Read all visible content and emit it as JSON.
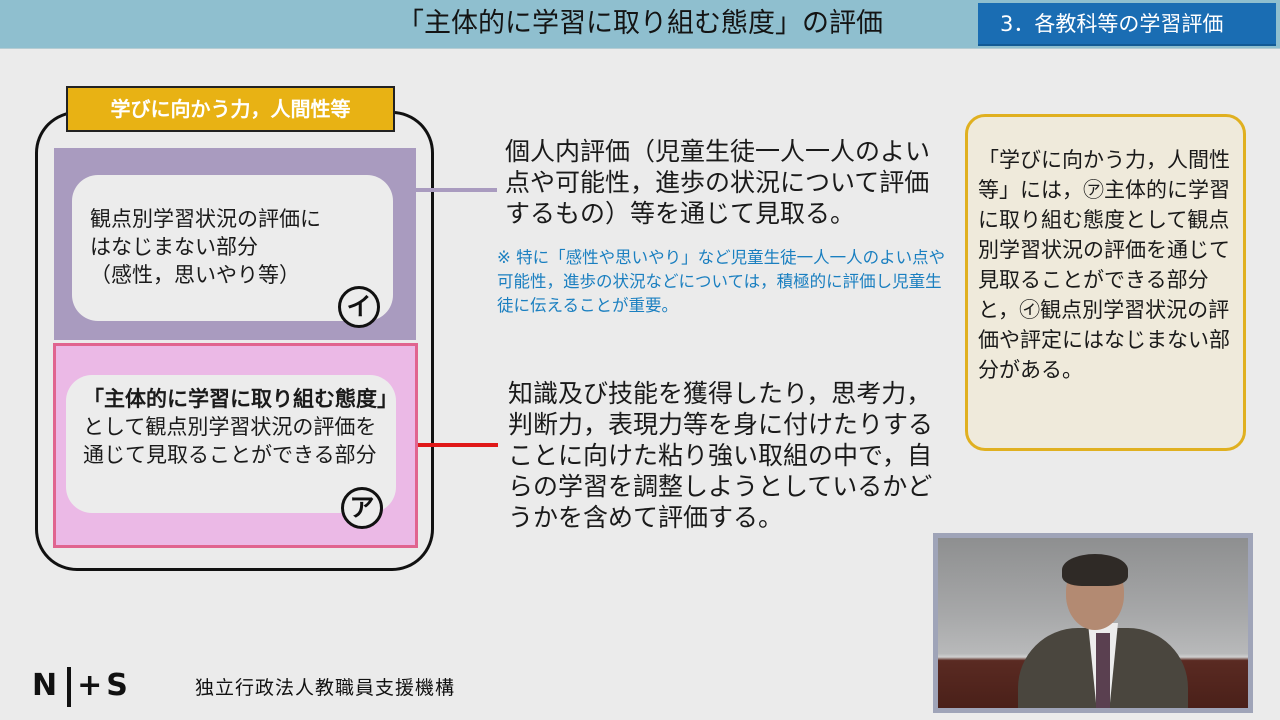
{
  "header": {
    "title": "「主体的に学習に取り組む態度」の評価",
    "section_tab": "3．各教科等の学習評価",
    "colors": {
      "band": "#8fbfcf",
      "tab": "#1a6db3"
    }
  },
  "diagram": {
    "label": "学びに向かう力，人間性等",
    "card_i": {
      "lines": [
        "観点別学習状況の評価に",
        "はなじまない部分",
        "（感性，思いやり等）"
      ],
      "badge": "イ"
    },
    "card_a": {
      "bold_part": "「主体的に学習に取り組む態度」",
      "rest": "として観点別学習状況の評価を通じて見取ることができる部分",
      "badge": "ア"
    },
    "colors": {
      "label": "#e8b214",
      "purple": "#a99bbf",
      "pink": "#ebb9e6",
      "pink_border": "#e0648f",
      "red_line": "#e01818"
    }
  },
  "right_text": {
    "block_1": "個人内評価（児童生徒一人一人のよい点や可能性，進歩の状況について評価するもの）等を通じて見取る。",
    "note": "※ 特に「感性や思いやり」など児童生徒一人一人のよい点や可能性，進歩の状況などについては，積極的に評価し児童生徒に伝えることが重要。",
    "block_2": "知識及び技能を獲得したり，思考力，判断力，表現力等を身に付けたりすることに向けた粘り強い取組の中で，自らの学習を調整しようとしているかどうかを含めて評価する。",
    "note_color": "#1a7fc0"
  },
  "summary_box": {
    "text": "「学びに向かう力，人間性等」には，㋐主体的に学習に取り組む態度として観点別学習状況の評価を通じて見取ることができる部分と，㋑観点別学習状況の評価や評定にはなじまない部分がある。",
    "colors": {
      "border": "#e0b020",
      "fill": "#efeadb"
    }
  },
  "video": {
    "label": "speaker-video"
  },
  "footer": {
    "logo": {
      "left": "N",
      "right": "+S"
    },
    "org_name": "独立行政法人教職員支援機構"
  }
}
